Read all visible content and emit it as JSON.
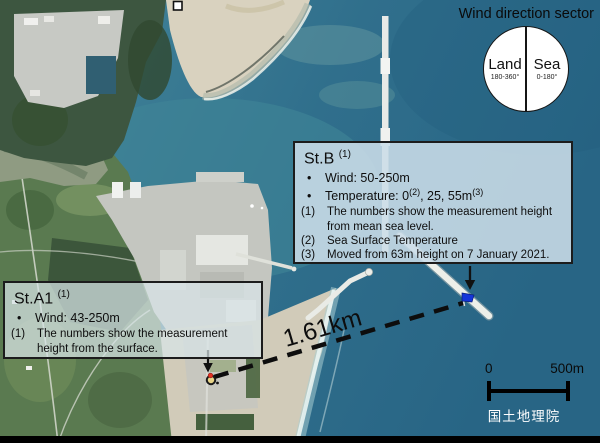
{
  "figure": {
    "distance_label": "1.61km",
    "credit": "国土地理院"
  },
  "wind_sector": {
    "title": "Wind direction sector",
    "land": {
      "label": "Land",
      "range": "180-360°"
    },
    "sea": {
      "label": "Sea",
      "range": "0-180°"
    }
  },
  "station_b": {
    "title": "St.B",
    "title_sup": "(1)",
    "bullet_char": "•",
    "wind": "Wind: 50-250m",
    "temperature": {
      "prefix": "Temperature: 0",
      "sup1": "(2)",
      "middle": ", 25, 55m",
      "sup2": "(3)"
    },
    "notes": [
      {
        "label": "(1)",
        "text": "The numbers show the measurement height from mean sea level."
      },
      {
        "label": "(2)",
        "text": "Sea Surface Temperature"
      },
      {
        "label": "(3)",
        "text": "Moved from 63m height on 7 January 2021."
      }
    ]
  },
  "station_a1": {
    "title": "St.A1",
    "title_sup": "(1)",
    "bullet_char": "•",
    "wind": "Wind: 43-250m",
    "notes": [
      {
        "label": "(1)",
        "text": "The numbers show the measurement height from the surface."
      }
    ]
  },
  "scale_bar": {
    "start": "0",
    "end": "500m"
  },
  "colors": {
    "sea": "#2e7090",
    "harbor_water": "#3f8497",
    "forest": "#3d5640",
    "beach_sand": "#d9d2bf",
    "concrete": "#c5c7c2",
    "callout_fill": "#cbdde8",
    "flag_blue": "#1535d8",
    "marker_red": "#e23222"
  }
}
